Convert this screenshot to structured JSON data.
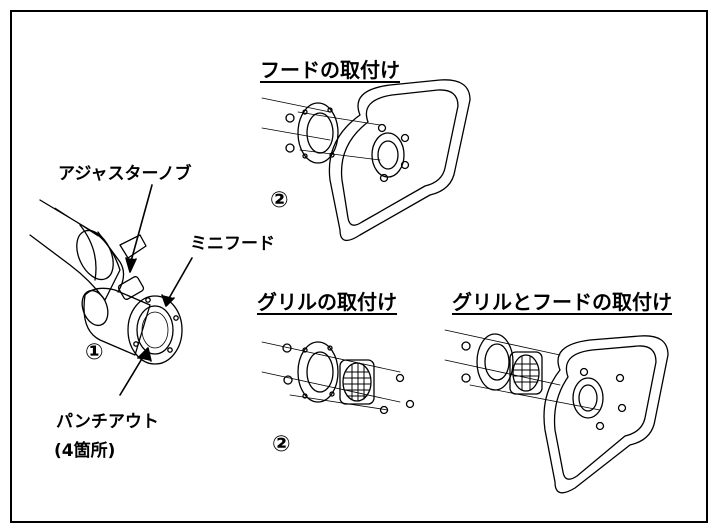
{
  "titles": {
    "hood": "フードの取付け",
    "grille": "グリルの取付け",
    "grille_and_hood": "グリルとフードの取付け"
  },
  "callouts": {
    "adjuster_knob": "アジャスターノブ",
    "mini_hood": "ミニフード",
    "punch_out": "パンチアウト",
    "punch_out_count": "(4箇所)"
  },
  "step_numbers": {
    "step1": "①",
    "step2_hood": "②",
    "step2_grille": "②"
  }
}
